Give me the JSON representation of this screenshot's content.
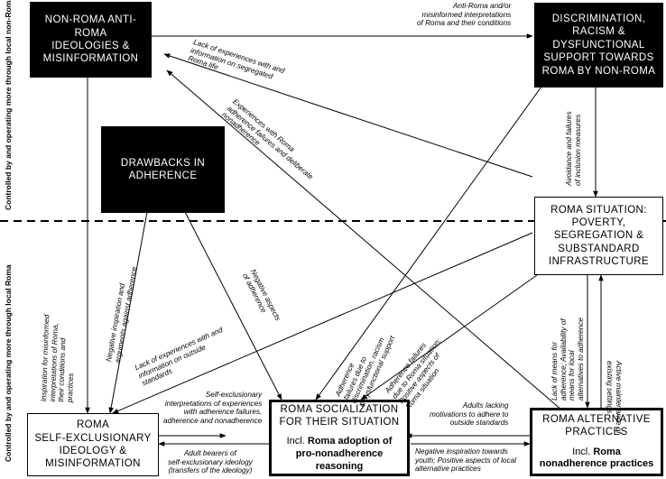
{
  "boxes": {
    "non_roma": "NON-ROMA ANTI-ROMA\nIDEOLOGIES &\nMISINFORMATION",
    "discrimination": "DISCRIMINATION,\nRACISM &\nDYSFUNCTIONAL\nSUPPORT TOWARDS\nROMA BY NON-ROMA",
    "drawbacks": "DRAWBACKS IN\nADHERENCE",
    "situation": "ROMA SITUATION:\nPOVERTY,\nSEGREGATION &\nSUBSTANDARD\nINFRASTRUCTURE",
    "self_excl": "ROMA\nSELF-EXCLUSIONARY\nIDEOLOGY &\nMISINFORMATION",
    "socialization": "ROMA SOCIALIZATION\nFOR THEIR SITUATION",
    "socialization_incl": "Incl.",
    "socialization_bold": "Roma adoption of\npro-nonadherence\nreasoning",
    "alternative": "ROMA ALTERNATIVE\nPRACTICES",
    "alternative_incl": "Incl.",
    "alternative_bold": "Roma\nnonadherence practices"
  },
  "side_labels": {
    "top": "Controlled by and operating more through local non-Roma",
    "bottom": "Controlled by and operating more through local Roma"
  },
  "arrow_labels": {
    "anti_roma": "Anti-Roma and/or\nmisinformed interpretations\nof Roma and their conditions",
    "lack_segregated": "Lack of experiences with and\ninformation on segregated\nRoma life",
    "experiences_adherence": "Experiences with Roma\nadherence failures and deliberate\nnonadherence",
    "avoidance": "Avoidance and failures\nof inclusion measures",
    "inspiration_misinformed": "Inspiration for misinformed\ninterpretations of Roma,\ntheir conditions and\npractices",
    "negative_inspiration_args": "Negative inspiration and\narguments against adherence",
    "lack_outside": "Lack of experiences with and\ninformation on outside\nstandards",
    "negative_aspects": "Negative aspects\nof adherence",
    "failures_discrimination": "Adherence\nfailures due to\ndiscrimination, racism\n& dysfunctional support",
    "failures_situation": "Adherence failures\ndue to Roma situation;\nPositive aspects of\nRoma situation",
    "lack_means": "Lack of means for\nadherence; Availability of\nmeans for local\nalternatives to adherence",
    "active_maintenance": "Active maintenance of\nexisting settings",
    "self_exclusionary_interp": "Self-exclusionary\ninterpretations of experiences\nwith adherence failures,\nadherence and nonadherence",
    "adult_bearers": "Adult bearers of\nself-exclusionary ideology\n(transfers of the ideology)",
    "adults_lacking": "Adults lacking\nmotivations to adhere to\noutside standards",
    "negative_youth": "Negative inspiration towards\nyouth; Positive aspects of local\nalternative practices"
  }
}
